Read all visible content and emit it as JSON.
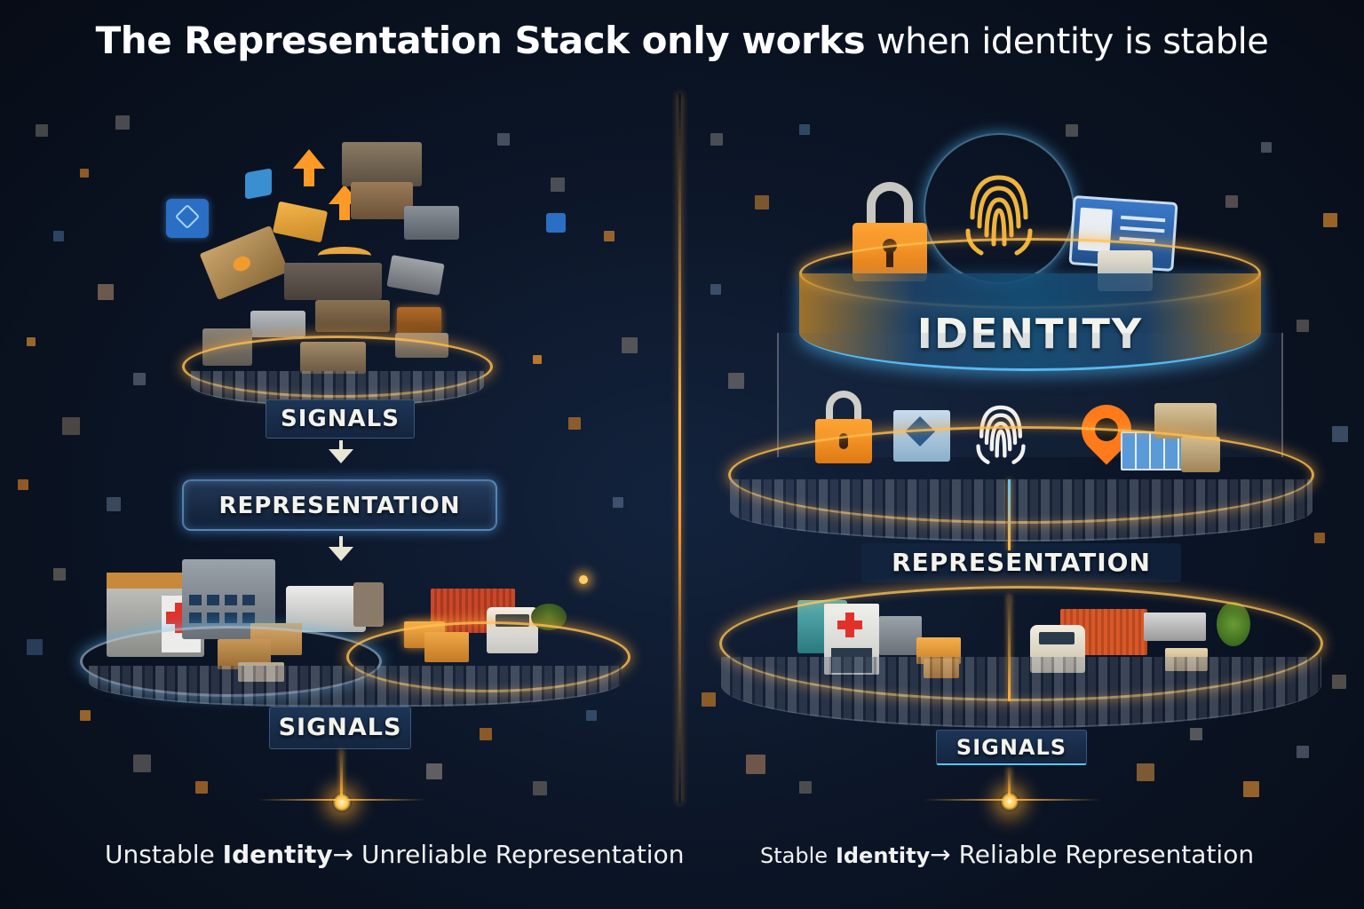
{
  "title": {
    "bold": "The Representation Stack only works",
    "light": "when identity is stable"
  },
  "left_panel": {
    "name": "unstable-stack",
    "layers": {
      "top": "SIGNALS",
      "middle": "REPRESENTATION",
      "bottom": "SIGNALS"
    },
    "top_icons": [
      "message-bubble-icon",
      "envelope-icon",
      "up-arrow-icon",
      "box-icon",
      "chat-bubble-icon",
      "curved-arrow-icon"
    ],
    "bottom_scene": [
      "hospital-icon",
      "van-icon",
      "delivery-truck-icon",
      "cardboard-box-icon"
    ],
    "caption": {
      "prefix": "Unstable",
      "bold": "Identity",
      "arrow": "→",
      "suffix": "Unreliable Representation"
    }
  },
  "right_panel": {
    "name": "stable-stack",
    "layers": {
      "top": "IDENTITY",
      "middle": "REPRESENTATION",
      "bottom": "SIGNALS"
    },
    "top_icons": [
      "padlock-icon",
      "fingerprint-icon",
      "id-card-icon",
      "package-icon"
    ],
    "middle_icons": [
      "padlock-icon",
      "open-box-icon",
      "fingerprint-icon",
      "location-pin-icon",
      "data-grid-icon",
      "package-stack-icon"
    ],
    "bottom_scene": [
      "hospital-icon",
      "cardboard-box-icon",
      "delivery-truck-icon",
      "tree-icon"
    ],
    "caption": {
      "prefix": "Stable",
      "bold": "Identity",
      "arrow": "→",
      "suffix": "Reliable Representation"
    }
  },
  "colors": {
    "background": "#0c1628",
    "accent_orange": "#ffb23a",
    "accent_blue": "#5ac8ff",
    "tag_bg": "#1d3556",
    "text": "#f3f3ee"
  }
}
